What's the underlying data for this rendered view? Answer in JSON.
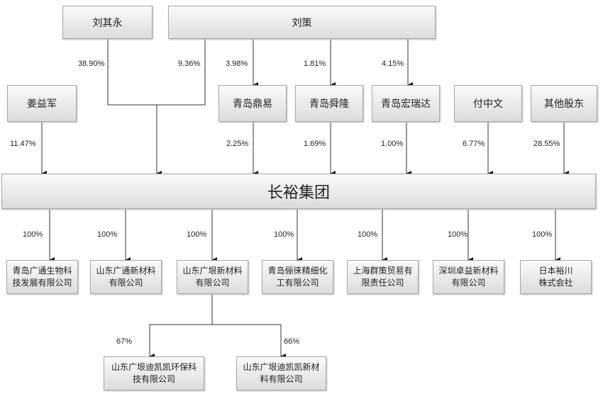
{
  "top_holders": [
    "刘其永",
    "刘策"
  ],
  "second_row": [
    "姜益军",
    "青岛鼎易",
    "青岛舜隆",
    "青岛宏瑞达",
    "付中文",
    "其他股东"
  ],
  "group": "长裕集团",
  "upper_pcts": {
    "liu_qiyong": "38.90%",
    "liu_ce_direct": "9.36%",
    "liu_ce_dingyi": "3.98%",
    "liu_ce_shunlong": "1.81%",
    "liu_ce_hongruida": "4.15%"
  },
  "holder_pcts": [
    "11.47%",
    "2.25%",
    "1.69%",
    "1.00%",
    "6.77%",
    "28.55%"
  ],
  "subsidiaries": [
    {
      "name": "青岛广通生物科技发展有限公司",
      "pct": "100%"
    },
    {
      "name": "山东广通新材料有限公司",
      "pct": "100%"
    },
    {
      "name": "山东广垠新材料有限公司",
      "pct": "100%"
    },
    {
      "name": "青岛俪徕精细化工有限公司",
      "pct": "100%"
    },
    {
      "name": "上海群策贸易有限责任公司",
      "pct": "100%"
    },
    {
      "name": "深圳卓益新材料有限公司",
      "pct": "100%"
    },
    {
      "name": "日本裕川株式会社",
      "pct": "100%"
    }
  ],
  "grandchildren": [
    {
      "name": "山东广垠迪凯凯环保科技有限公司",
      "pct": "67%"
    },
    {
      "name": "山东广垠迪凯凯新材料有限公司",
      "pct": "66%"
    }
  ]
}
